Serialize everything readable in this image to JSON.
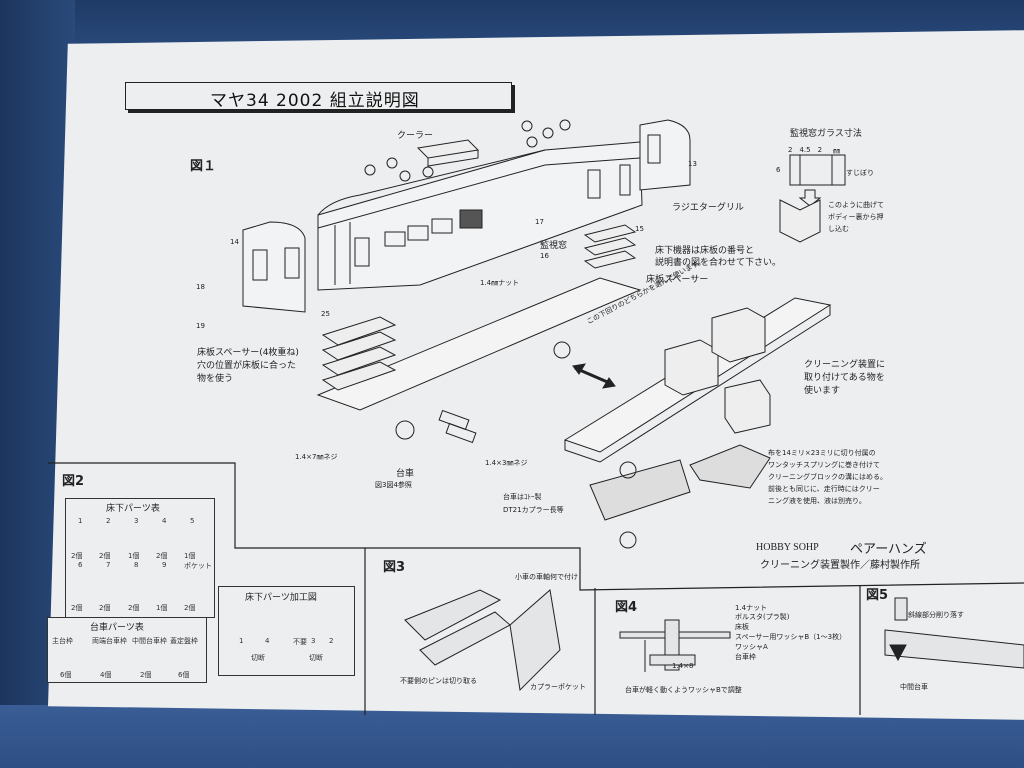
{
  "title": "マヤ34 2002 組立説明図",
  "figures": {
    "fig1": "図１",
    "fig2": "図2",
    "fig3": "図3",
    "fig4": "図4",
    "fig5": "図5"
  },
  "labels": {
    "cooler": "クーラー",
    "radiator": "ラジエターグリル",
    "monitor_window": "監視窓",
    "under_equipment_1": "床下機器は床板の番号と",
    "under_equipment_2": "説明書の図を合わせて下さい。",
    "floor_spacer": "床板スペーサー",
    "nut": "1.4㎜ナット",
    "spacer_note_1": "床板スペーサー(4枚重ね)",
    "spacer_note_2": "穴の位置が床板に合った",
    "spacer_note_3": "物を使う",
    "screw_7": "1.4×7㎜ネジ",
    "screw_3": "1.4×3㎜ネジ",
    "bogie": "台車",
    "bogie_ref": "図3図4参照",
    "bogie_note_1": "台車はｺﾄｰ製",
    "bogie_note_2": "DT21カプラー長等",
    "choose_note": "この下回りのどちらかを選んで使います。",
    "cleaning_1": "クリーニング装置に",
    "cleaning_2": "取り付けてある物を",
    "cleaning_3": "使います",
    "cloth_1": "布を14ミリ×23ミリに切り付属の",
    "cloth_2": "ワンタッチスプリングに巻き付けて",
    "cloth_3": "クリーニングブロックの溝にはめる。",
    "cloth_4": "前後とも同じに、走行時にはクリー",
    "cloth_5": "ニング液を使用、液は別売り。",
    "glass_title": "監視窓ガラス寸法",
    "glass_dims": "2　4.5　2",
    "glass_unit": "㎜",
    "glass_side": "6",
    "glass_fold": "すじぼり",
    "glass_note_1": "このように曲げて",
    "glass_note_2": "ボディー裏から押",
    "glass_note_3": "し込む",
    "maker_en": "HOBBY SOHP",
    "maker_jp": "ペアーハンズ",
    "maker_line": "クリーニング装置製作／藤村製作所",
    "under_parts_table": "床下パーツ表",
    "bogie_parts_table": "台車パーツ表",
    "processing_title": "床下パーツ加工図",
    "cut_label": "切断",
    "unneeded": "不要",
    "fig3_note_top": "小車の車軸何で付け",
    "fig3_note_pin": "不要側のピンは切り取る",
    "fig3_coupler": "カプラーポケット",
    "fig4_nut": "1.4ナット",
    "fig4_bolster": "ボルスタ(プラ製)",
    "fig4_floor": "床板",
    "fig4_washer_b": "スペーサー用ワッシャB（1〜3枚）",
    "fig4_washer_a": "ワッシャA",
    "fig4_bogie_frame": "台車枠",
    "fig4_screw": "1.4×8",
    "fig4_bottom": "台車が軽く動くようワッシャBで調整",
    "fig5_note": "斜線部分削り落す",
    "fig5_bogie": "中間台車"
  },
  "part_numbers": [
    "13",
    "14",
    "15",
    "16",
    "17",
    "18",
    "19",
    "25",
    "1",
    "2",
    "3",
    "4",
    "5",
    "6",
    "7"
  ],
  "under_table": {
    "headers": [
      "1",
      "2",
      "3",
      "4",
      "5",
      "6",
      "7",
      "8",
      "9"
    ],
    "qty_row1": [
      "2個",
      "2個",
      "1個",
      "2個",
      "1個"
    ],
    "qty_row2": [
      "2個",
      "2個",
      "2個",
      "1個",
      "2個"
    ],
    "pocket": "ポケット"
  },
  "bogie_table": {
    "headers": [
      "主台枠",
      "両端台車枠",
      "中間台車枠",
      "蓋定盤枠"
    ],
    "qty": [
      "6個",
      "4個",
      "2個",
      "6個"
    ]
  },
  "processing": {
    "nums": [
      "1",
      "4",
      "3",
      "2"
    ]
  },
  "colors": {
    "paper": "#eceef0",
    "ink": "#222222",
    "background": "#2a4a7a"
  }
}
